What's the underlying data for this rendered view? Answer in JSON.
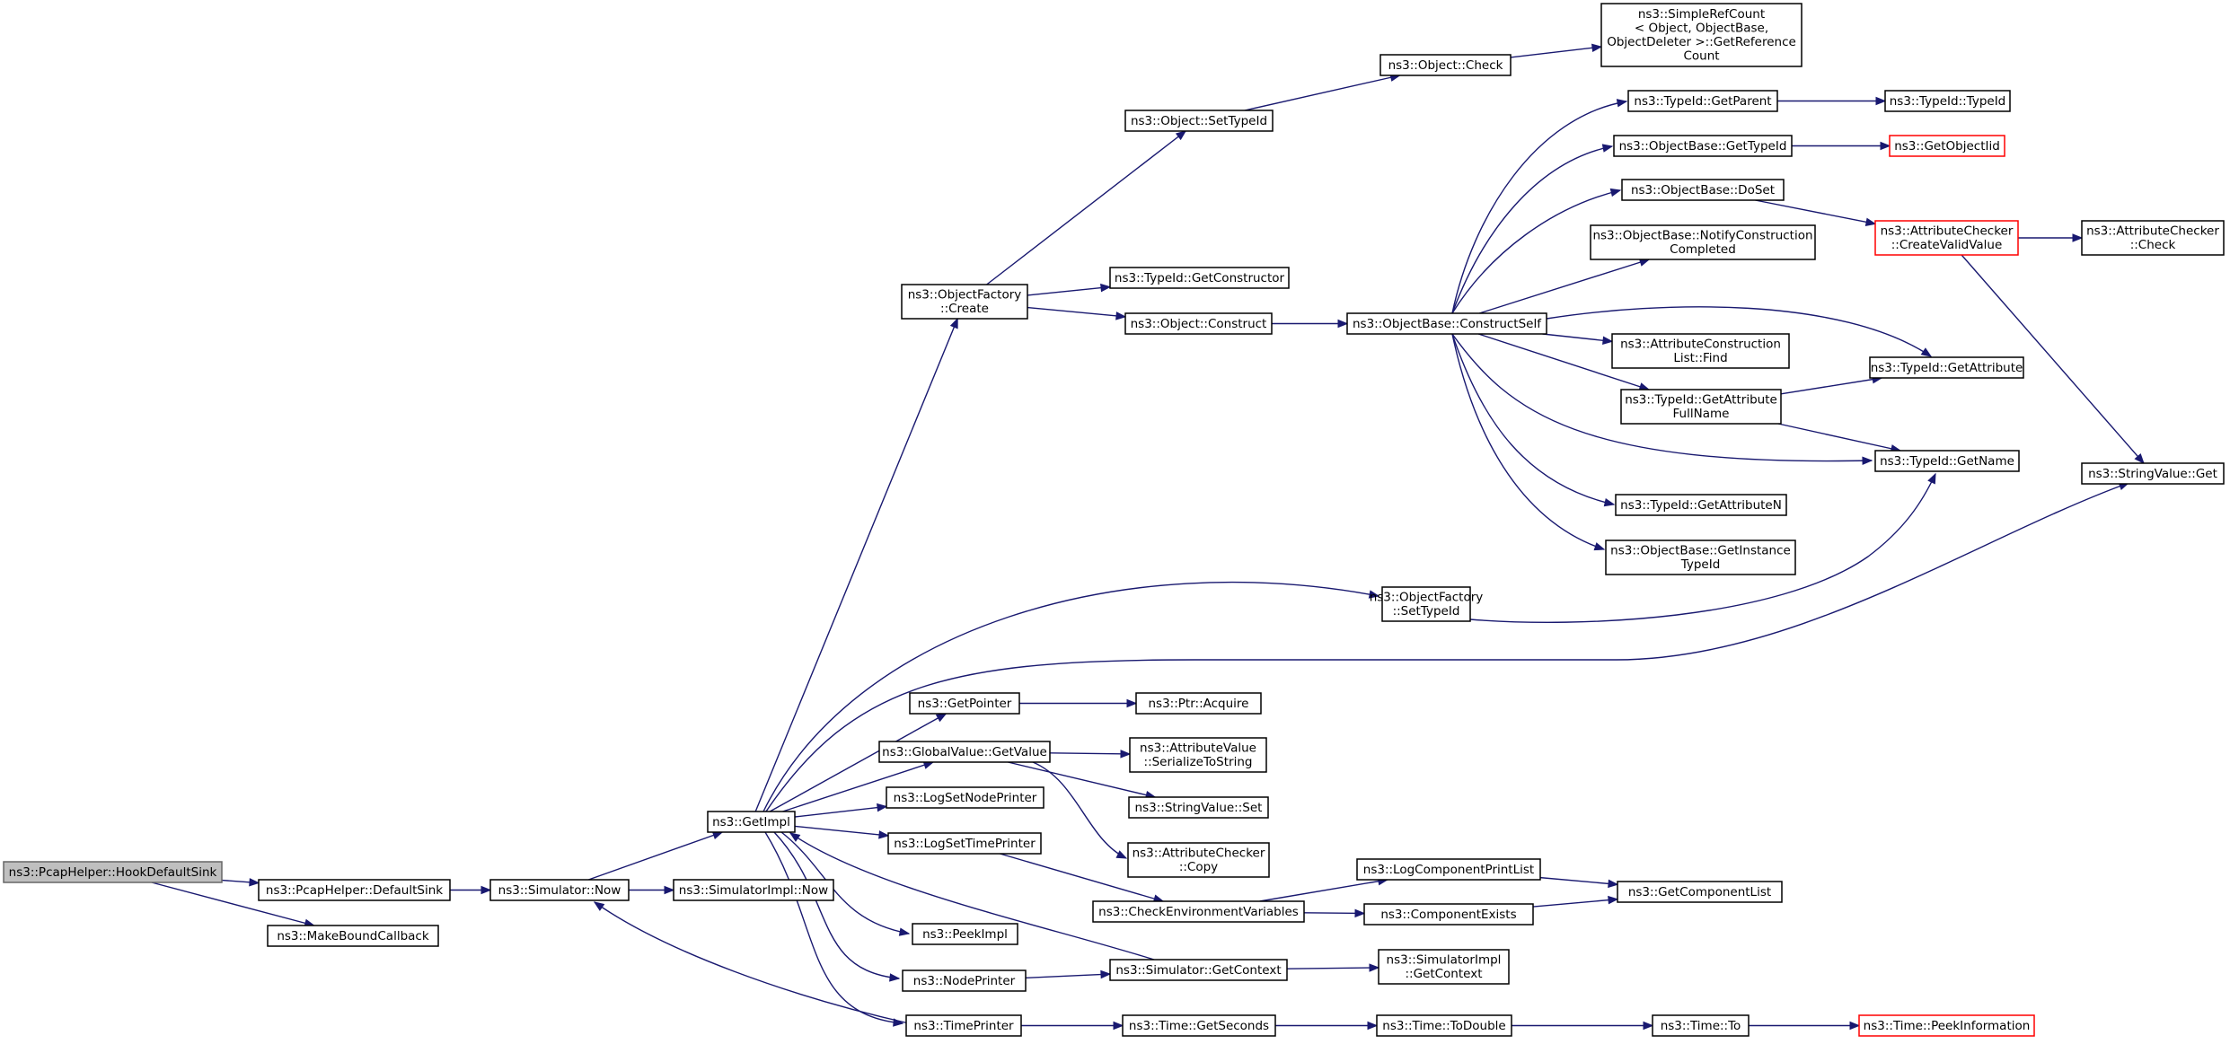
{
  "diagram": {
    "type": "call-graph",
    "colors": {
      "edge": "#191970",
      "node_border": "#000000",
      "root_fill": "#bfbfbf",
      "root_border": "#666666",
      "external_border": "#ff0000"
    },
    "nodes": [
      {
        "id": "hookdefaultsink",
        "lines": [
          "ns3::PcapHelper::HookDefaultSink"
        ],
        "style": "root"
      },
      {
        "id": "defaultsink",
        "lines": [
          "ns3::PcapHelper::DefaultSink"
        ]
      },
      {
        "id": "makeboundcallback",
        "lines": [
          "ns3::MakeBoundCallback"
        ]
      },
      {
        "id": "simulator-now",
        "lines": [
          "ns3::Simulator::Now"
        ]
      },
      {
        "id": "getimpl",
        "lines": [
          "ns3::GetImpl"
        ]
      },
      {
        "id": "simulatorimpl-now",
        "lines": [
          "ns3::SimulatorImpl::Now"
        ]
      },
      {
        "id": "objectfactory-create",
        "lines": [
          "ns3::ObjectFactory",
          "::Create"
        ]
      },
      {
        "id": "objectfactory-settypeid",
        "lines": [
          "ns3::ObjectFactory",
          "::SetTypeId"
        ]
      },
      {
        "id": "getpointer",
        "lines": [
          "ns3::GetPointer"
        ]
      },
      {
        "id": "globalvalue-getvalue",
        "lines": [
          "ns3::GlobalValue::GetValue"
        ]
      },
      {
        "id": "logsetnodeprinter",
        "lines": [
          "ns3::LogSetNodePrinter"
        ]
      },
      {
        "id": "logsettimeprinter",
        "lines": [
          "ns3::LogSetTimePrinter"
        ]
      },
      {
        "id": "peekimpl",
        "lines": [
          "ns3::PeekImpl"
        ]
      },
      {
        "id": "nodeprinter",
        "lines": [
          "ns3::NodePrinter"
        ]
      },
      {
        "id": "timeprinter",
        "lines": [
          "ns3::TimePrinter"
        ]
      },
      {
        "id": "object-settypeid",
        "lines": [
          "ns3::Object::SetTypeId"
        ]
      },
      {
        "id": "typeid-getconstructor",
        "lines": [
          "ns3::TypeId::GetConstructor"
        ]
      },
      {
        "id": "object-construct",
        "lines": [
          "ns3::Object::Construct"
        ]
      },
      {
        "id": "object-check",
        "lines": [
          "ns3::Object::Check"
        ]
      },
      {
        "id": "simplerefcount",
        "lines": [
          "ns3::SimpleRefCount",
          "< Object, ObjectBase,",
          " ObjectDeleter >::GetReference",
          "Count"
        ]
      },
      {
        "id": "objectbase-constructself",
        "lines": [
          "ns3::ObjectBase::ConstructSelf"
        ]
      },
      {
        "id": "typeid-getparent",
        "lines": [
          "ns3::TypeId::GetParent"
        ]
      },
      {
        "id": "objectbase-gettypeid",
        "lines": [
          "ns3::ObjectBase::GetTypeId"
        ]
      },
      {
        "id": "objectbase-doset",
        "lines": [
          "ns3::ObjectBase::DoSet"
        ]
      },
      {
        "id": "objectbase-notifyconstruction",
        "lines": [
          "ns3::ObjectBase::NotifyConstruction",
          "Completed"
        ]
      },
      {
        "id": "attributeconstructionlist-find",
        "lines": [
          "ns3::AttributeConstruction",
          "List::Find"
        ]
      },
      {
        "id": "typeid-getattributefullname",
        "lines": [
          "ns3::TypeId::GetAttribute",
          "FullName"
        ]
      },
      {
        "id": "typeid-getattributen",
        "lines": [
          "ns3::TypeId::GetAttributeN"
        ]
      },
      {
        "id": "objectbase-getinstancetypeid",
        "lines": [
          "ns3::ObjectBase::GetInstance",
          "TypeId"
        ]
      },
      {
        "id": "typeid-typeid",
        "lines": [
          "ns3::TypeId::TypeId"
        ]
      },
      {
        "id": "getobjectiid",
        "lines": [
          "ns3::GetObjectIid"
        ],
        "style": "external"
      },
      {
        "id": "attributechecker-createvalidvalue",
        "lines": [
          "ns3::AttributeChecker",
          "::CreateValidValue"
        ],
        "style": "external"
      },
      {
        "id": "attributechecker-check",
        "lines": [
          "ns3::AttributeChecker",
          "::Check"
        ]
      },
      {
        "id": "typeid-getattribute",
        "lines": [
          "ns3::TypeId::GetAttribute"
        ]
      },
      {
        "id": "typeid-getname",
        "lines": [
          "ns3::TypeId::GetName"
        ]
      },
      {
        "id": "stringvalue-get",
        "lines": [
          "ns3::StringValue::Get"
        ]
      },
      {
        "id": "ptr-acquire",
        "lines": [
          "ns3::Ptr::Acquire"
        ]
      },
      {
        "id": "attributevalue-serializetostring",
        "lines": [
          "ns3::AttributeValue",
          "::SerializeToString"
        ]
      },
      {
        "id": "stringvalue-set",
        "lines": [
          "ns3::StringValue::Set"
        ]
      },
      {
        "id": "attributechecker-copy",
        "lines": [
          "ns3::AttributeChecker",
          "::Copy"
        ]
      },
      {
        "id": "checkenvironmentvariables",
        "lines": [
          "ns3::CheckEnvironmentVariables"
        ]
      },
      {
        "id": "logcomponentprintlist",
        "lines": [
          "ns3::LogComponentPrintList"
        ]
      },
      {
        "id": "componentexists",
        "lines": [
          "ns3::ComponentExists"
        ]
      },
      {
        "id": "getcomponentlist",
        "lines": [
          "ns3::GetComponentList"
        ]
      },
      {
        "id": "simulator-getcontext",
        "lines": [
          "ns3::Simulator::GetContext"
        ]
      },
      {
        "id": "simulatorimpl-getcontext",
        "lines": [
          "ns3::SimulatorImpl",
          "::GetContext"
        ]
      },
      {
        "id": "time-getseconds",
        "lines": [
          "ns3::Time::GetSeconds"
        ]
      },
      {
        "id": "time-todouble",
        "lines": [
          "ns3::Time::ToDouble"
        ]
      },
      {
        "id": "time-to",
        "lines": [
          "ns3::Time::To"
        ]
      },
      {
        "id": "time-peekinformation",
        "lines": [
          "ns3::Time::PeekInformation"
        ],
        "style": "external"
      }
    ],
    "edges": [
      [
        "hookdefaultsink",
        "defaultsink"
      ],
      [
        "hookdefaultsink",
        "makeboundcallback"
      ],
      [
        "defaultsink",
        "simulator-now"
      ],
      [
        "simulator-now",
        "getimpl"
      ],
      [
        "simulator-now",
        "simulatorimpl-now"
      ],
      [
        "getimpl",
        "objectfactory-create"
      ],
      [
        "getimpl",
        "objectfactory-settypeid"
      ],
      [
        "getimpl",
        "stringvalue-get"
      ],
      [
        "getimpl",
        "getpointer"
      ],
      [
        "getimpl",
        "globalvalue-getvalue"
      ],
      [
        "getimpl",
        "logsetnodeprinter"
      ],
      [
        "getimpl",
        "logsettimeprinter"
      ],
      [
        "getimpl",
        "peekimpl"
      ],
      [
        "getimpl",
        "nodeprinter"
      ],
      [
        "getimpl",
        "timeprinter"
      ],
      [
        "objectfactory-create",
        "object-settypeid"
      ],
      [
        "objectfactory-create",
        "typeid-getconstructor"
      ],
      [
        "objectfactory-create",
        "object-construct"
      ],
      [
        "object-settypeid",
        "object-check"
      ],
      [
        "object-check",
        "simplerefcount"
      ],
      [
        "object-construct",
        "objectbase-constructself"
      ],
      [
        "objectbase-constructself",
        "typeid-getparent"
      ],
      [
        "objectbase-constructself",
        "objectbase-gettypeid"
      ],
      [
        "objectbase-constructself",
        "objectbase-doset"
      ],
      [
        "objectbase-constructself",
        "objectbase-notifyconstruction"
      ],
      [
        "objectbase-constructself",
        "typeid-getattribute"
      ],
      [
        "objectbase-constructself",
        "attributeconstructionlist-find"
      ],
      [
        "objectbase-constructself",
        "typeid-getattributefullname"
      ],
      [
        "objectbase-constructself",
        "typeid-getname"
      ],
      [
        "objectbase-constructself",
        "typeid-getattributen"
      ],
      [
        "objectbase-constructself",
        "objectbase-getinstancetypeid"
      ],
      [
        "typeid-getparent",
        "typeid-typeid"
      ],
      [
        "objectbase-gettypeid",
        "getobjectiid"
      ],
      [
        "objectbase-doset",
        "attributechecker-createvalidvalue"
      ],
      [
        "attributechecker-createvalidvalue",
        "attributechecker-check"
      ],
      [
        "attributechecker-createvalidvalue",
        "stringvalue-get"
      ],
      [
        "typeid-getattributefullname",
        "typeid-getattribute"
      ],
      [
        "typeid-getattributefullname",
        "typeid-getname"
      ],
      [
        "objectfactory-settypeid",
        "typeid-getname"
      ],
      [
        "getpointer",
        "ptr-acquire"
      ],
      [
        "globalvalue-getvalue",
        "attributevalue-serializetostring"
      ],
      [
        "globalvalue-getvalue",
        "stringvalue-set"
      ],
      [
        "globalvalue-getvalue",
        "attributechecker-copy"
      ],
      [
        "logsettimeprinter",
        "checkenvironmentvariables"
      ],
      [
        "checkenvironmentvariables",
        "logcomponentprintlist"
      ],
      [
        "checkenvironmentvariables",
        "componentexists"
      ],
      [
        "logcomponentprintlist",
        "getcomponentlist"
      ],
      [
        "componentexists",
        "getcomponentlist"
      ],
      [
        "simulator-getcontext",
        "getimpl"
      ],
      [
        "simulator-getcontext",
        "simulatorimpl-getcontext"
      ],
      [
        "nodeprinter",
        "simulator-getcontext"
      ],
      [
        "timeprinter",
        "simulator-now"
      ],
      [
        "timeprinter",
        "time-getseconds"
      ],
      [
        "time-getseconds",
        "time-todouble"
      ],
      [
        "time-todouble",
        "time-to"
      ],
      [
        "time-to",
        "time-peekinformation"
      ]
    ]
  }
}
